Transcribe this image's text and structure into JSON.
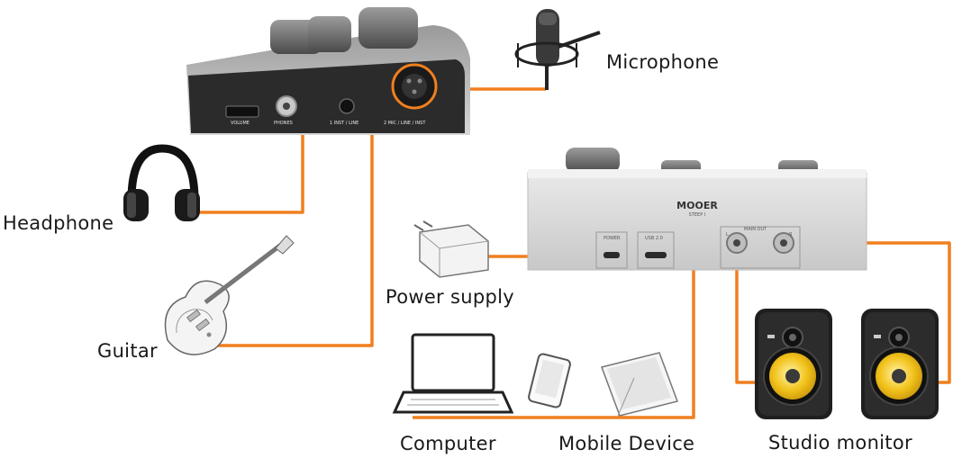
{
  "labels": {
    "microphone": "Microphone",
    "headphone": "Headphone",
    "guitar": "Guitar",
    "power_supply": "Power supply",
    "computer": "Computer",
    "mobile_device": "Mobile Device",
    "studio_monitor": "Studio monitor"
  },
  "device_top": {
    "volume": "VOLUME",
    "phones": "PHONES",
    "input1": "1  INST / LINE",
    "input2": "2  MIC / LINE / INST"
  },
  "device_bottom": {
    "brand": "MOOER",
    "model": "STEEP I",
    "power": "POWER",
    "usb": "USB 2.0",
    "main_out": "MAIN OUT",
    "left": "L",
    "right": "R"
  },
  "colors": {
    "cable": "#f07f1e",
    "device_dark": "#2b2b2b",
    "device_light": "#d9d9d9",
    "cone": "#f2c21b"
  }
}
